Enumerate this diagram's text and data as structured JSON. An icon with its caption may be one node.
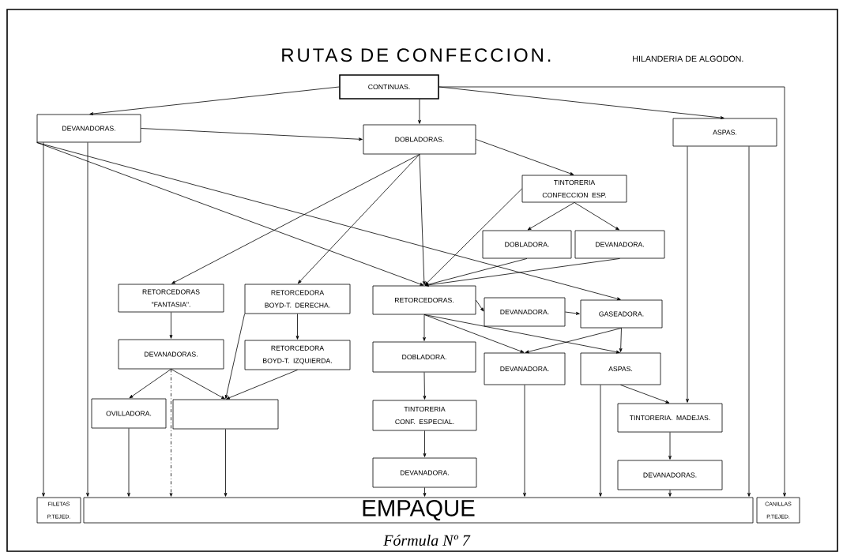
{
  "diagram": {
    "title": "RUTAS DE CONFECCION.",
    "caption": "Fórmula Nº 7",
    "nodes": [
      {
        "text": [
          "CONTINUAS."
        ]
      },
      {
        "text": [
          "DEVANADORAS."
        ]
      },
      {
        "text": [
          "DOBLADORAS."
        ]
      },
      {
        "text": [
          "ASPAS."
        ]
      },
      {
        "text": [
          "TINTORERIA CONFECCION ESP."
        ]
      },
      {
        "text": [
          "DOBLADORA."
        ]
      },
      {
        "text": [
          "DEVANADORA."
        ]
      },
      {
        "text": [
          "RETORCEDORAS \"FANTASIA\"."
        ]
      },
      {
        "text": [
          "RETORCEDORA BOYD-T. DERECHA."
        ]
      },
      {
        "text": [
          "RETORCEDORAS."
        ]
      },
      {
        "text": [
          "DEVANADORA."
        ]
      },
      {
        "text": [
          "GASEADORA."
        ]
      },
      {
        "text": [
          "DEVANADORAS."
        ]
      },
      {
        "text": [
          "RETORCEDORA BOYD-T. IZQUIERDA."
        ]
      },
      {
        "text": [
          "DOBLADORA."
        ]
      },
      {
        "text": [
          "DEVANADORA."
        ]
      },
      {
        "text": [
          "ASPAS."
        ]
      },
      {
        "text": [
          "OVILLADORA."
        ]
      },
      {
        "text": [],
        "shape": "box"
      },
      {
        "text": [
          "TINTORERIA CONF. ESPECIAL."
        ]
      },
      {
        "text": [
          "TINTORERIA. MADEJAS."
        ]
      },
      {
        "text": [
          "DEVANADORA."
        ]
      },
      {
        "text": [
          "DEVANADORAS."
        ]
      },
      {
        "text": [
          "FILETAS P.TEJED."
        ]
      },
      {
        "text": [
          "EMPAQUE"
        ]
      },
      {
        "text": [
          "CANILLAS P.TEJED."
        ]
      }
    ],
    "edges": [
      {
        "from": 0,
        "to": 1,
        "arrow": "to"
      },
      {
        "from": 0,
        "to": 2,
        "arrow": "to"
      },
      {
        "from": 0,
        "to": 3,
        "arrow": "to"
      },
      {
        "from": 0,
        "to": 25,
        "arrow": "to"
      },
      {
        "from": 1,
        "to": 2,
        "arrow": "to"
      },
      {
        "from": 1,
        "to": 23,
        "arrow": "to"
      },
      {
        "from": 1,
        "to": 24,
        "arrow": "to"
      },
      {
        "from": 1,
        "to": 9,
        "arrow": "to"
      },
      {
        "from": 1,
        "to": 11,
        "arrow": "to"
      },
      {
        "from": 2,
        "to": 4,
        "arrow": "to"
      },
      {
        "from": 2,
        "to": 7,
        "arrow": "to"
      },
      {
        "from": 2,
        "to": 8,
        "arrow": "to"
      },
      {
        "from": 2,
        "to": 9,
        "arrow": "to"
      },
      {
        "from": 4,
        "to": 5,
        "arrow": "to"
      },
      {
        "from": 4,
        "to": 6,
        "arrow": "to"
      },
      {
        "from": 4,
        "to": 9,
        "arrow": "to"
      },
      {
        "from": 5,
        "to": 9,
        "arrow": "to"
      },
      {
        "from": 6,
        "to": 9,
        "arrow": "to"
      },
      {
        "from": 3,
        "to": 20,
        "arrow": "to"
      },
      {
        "from": 3,
        "to": 24,
        "arrow": "to"
      },
      {
        "from": 7,
        "to": 12,
        "arrow": "to"
      },
      {
        "from": 8,
        "to": 13,
        "arrow": "to"
      },
      {
        "from": 8,
        "to": 18,
        "arrow": "to"
      },
      {
        "from": 9,
        "to": 10,
        "arrow": "to"
      },
      {
        "from": 9,
        "to": 14,
        "arrow": "to"
      },
      {
        "from": 9,
        "to": 15,
        "arrow": "to"
      },
      {
        "from": 9,
        "to": 16,
        "arrow": "to"
      },
      {
        "from": 10,
        "to": 11,
        "arrow": "to"
      },
      {
        "from": 11,
        "to": 15,
        "arrow": "to"
      },
      {
        "from": 11,
        "to": 16,
        "arrow": "to"
      },
      {
        "from": 12,
        "to": 17,
        "arrow": "to"
      },
      {
        "from": 12,
        "to": 18,
        "arrow": "to"
      },
      {
        "from": 12,
        "to": 24,
        "arrow": "to",
        "style": "dashed"
      },
      {
        "from": 13,
        "to": 18,
        "arrow": "to"
      },
      {
        "from": 14,
        "to": 19,
        "arrow": "to"
      },
      {
        "from": 15,
        "to": 24,
        "arrow": "to"
      },
      {
        "from": 16,
        "to": 20,
        "arrow": "to"
      },
      {
        "from": 16,
        "to": 24,
        "arrow": "to"
      },
      {
        "from": 17,
        "to": 24,
        "arrow": "to"
      },
      {
        "from": 18,
        "to": 24,
        "arrow": "to"
      },
      {
        "from": 19,
        "to": 21,
        "arrow": "to"
      },
      {
        "from": 20,
        "to": 22,
        "arrow": "to"
      },
      {
        "from": 21,
        "to": 24,
        "arrow": "to"
      },
      {
        "from": 22,
        "to": 24,
        "arrow": "to"
      }
    ],
    "labels": [
      "HILANDERIA DE ALGODON."
    ]
  }
}
